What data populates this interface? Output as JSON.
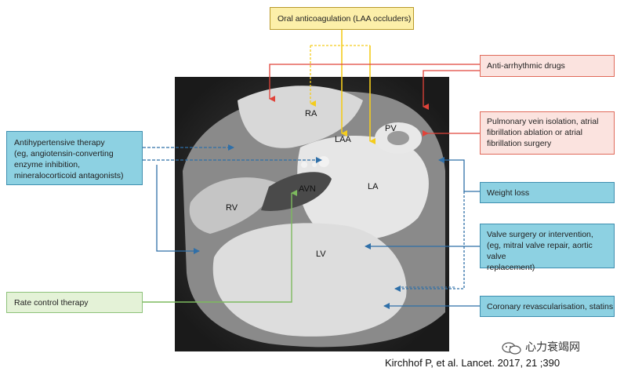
{
  "boxes": {
    "oral_anticoagulation": "Oral anticoagulation (LAA occluders)",
    "anti_arrhythmic": "Anti-arrhythmic drugs",
    "pulmonary_vein": [
      "Pulmonary vein isolation, atrial",
      "fibrillation ablation or atrial",
      "fibrillation surgery"
    ],
    "antihypertensive": [
      "Antihypertensive therapy",
      "(eg, angiotensin-converting",
      "enzyme inhibition,",
      "mineralocorticoid antagonists)"
    ],
    "weight_loss": "Weight loss",
    "valve_surgery": [
      "Valve surgery or intervention,",
      "(eg, mitral valve repair, aortic valve",
      "replacement)"
    ],
    "rate_control": "Rate control therapy",
    "coronary": "Coronary revascularisation, statins"
  },
  "labels": {
    "ra": "RA",
    "laa": "LAA",
    "pv": "PV",
    "avn": "AVN",
    "la": "LA",
    "rv": "RV",
    "lv": "LV"
  },
  "citation": "Kirchhof P, et al.  Lancet. 2017, 21 ;390",
  "watermark": "心力衰竭网",
  "colors": {
    "yellow_arrow": "#f4cc1c",
    "red_arrow": "#e0433a",
    "blue_arrow": "#2f6fa8",
    "green_arrow": "#7dba5e"
  }
}
